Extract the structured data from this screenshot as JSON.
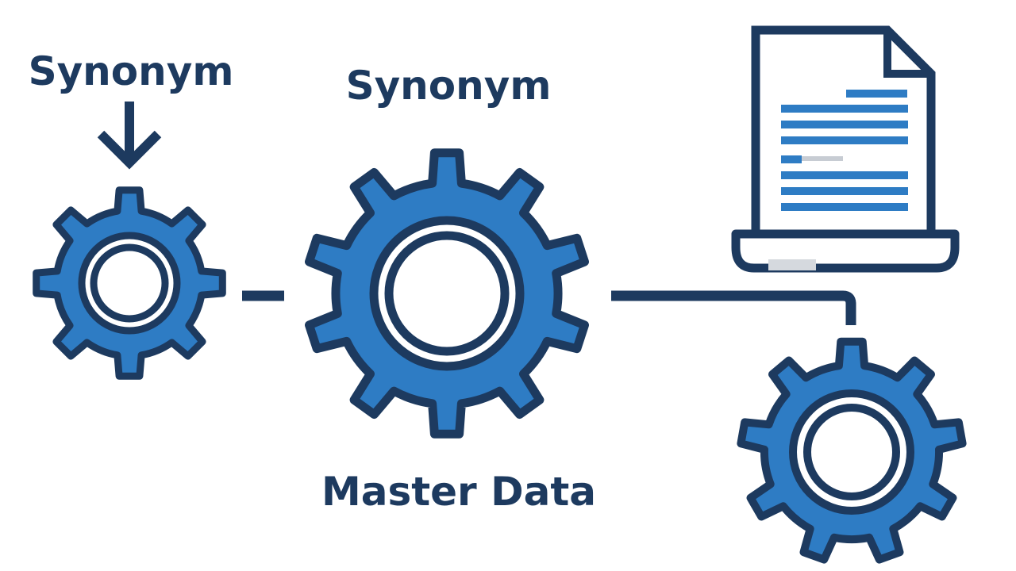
{
  "labels": {
    "left_synonym": "Synonym",
    "center_synonym": "Synonym",
    "master_data": "Master Data"
  },
  "colors": {
    "outline": "#1d3a5f",
    "fill": "#2e7cc4",
    "doc_line": "#2e7cc4",
    "doc_line_faded": "#c7ccd3",
    "background": "#ffffff"
  },
  "icons": {
    "left_gear": "gear-icon",
    "center_gear": "gear-icon",
    "bottom_right_gear": "gear-icon",
    "document": "document-icon",
    "laptop": "laptop-icon",
    "arrow": "arrow-down-icon"
  }
}
